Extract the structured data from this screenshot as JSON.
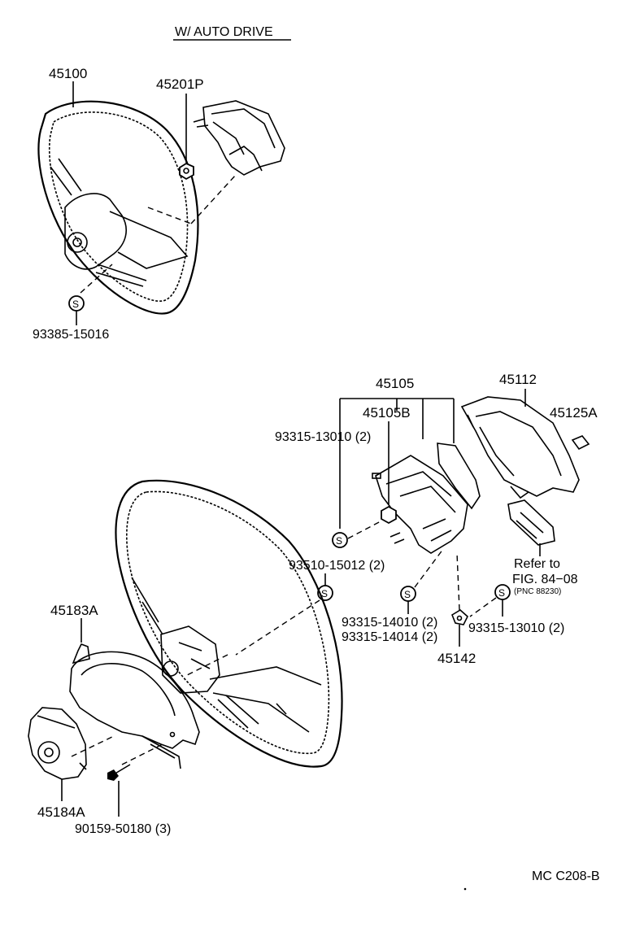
{
  "title": "W/ AUTO DRIVE",
  "parts": {
    "p45100": "45100",
    "p45201P": "45201P",
    "p93385": "93385-15016",
    "p45105": "45105",
    "p45105B": "45105B",
    "p45112": "45112",
    "p45125A": "45125A",
    "p93315_13010_a": "93315-13010 (2)",
    "p93510": "93510-15012 (2)",
    "p93315_14010": "93315-14010 (2)",
    "p93315_14014": "93315-14014 (2)",
    "p93315_13010_b": "93315-13010 (2)",
    "p45142": "45142",
    "p45183A": "45183A",
    "p45184A": "45184A",
    "p90159": "90159-50180 (3)"
  },
  "refer": {
    "line1": "Refer to",
    "line2": "FIG. 84−08",
    "line3": "(PNC 88230)"
  },
  "symbol_s": "S",
  "code": "MC C208-B"
}
